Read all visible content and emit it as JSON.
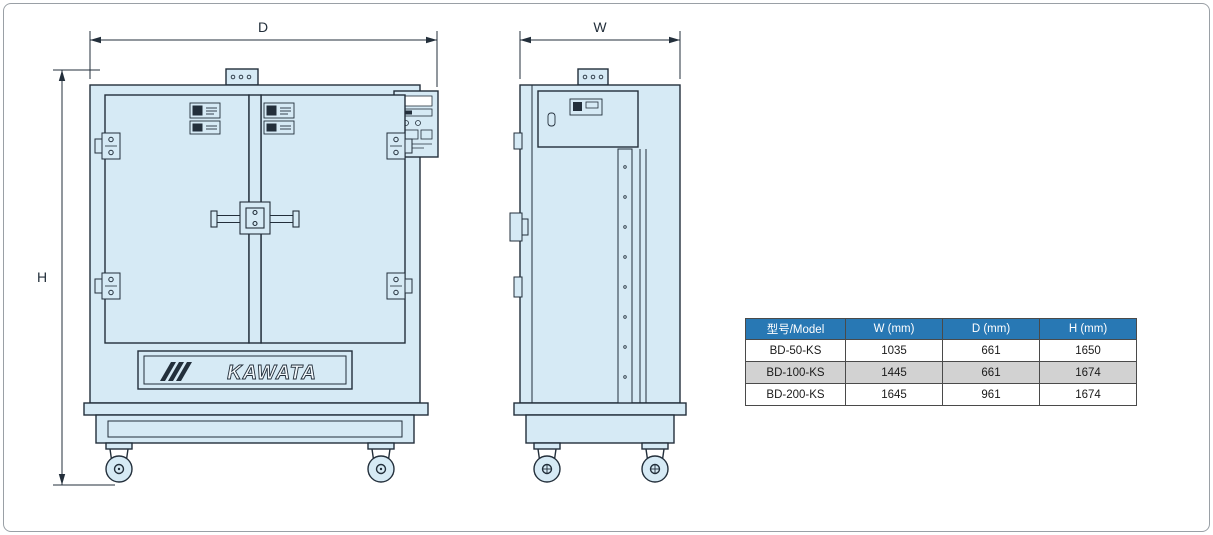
{
  "drawing": {
    "colors": {
      "fill": "#d6eaf5",
      "line": "#232f3b"
    },
    "front_view": {
      "dim_d": "D",
      "dim_h": "H",
      "logo": "KAWATA"
    },
    "side_view": {
      "dim_w": "W"
    }
  },
  "table": {
    "colors": {
      "header_bg": "#2878b4",
      "header_text": "#ffffff",
      "row_alt_bg": "#d2d2d2",
      "row_bg": "#ffffff",
      "border": "#4a4a4a"
    },
    "headers": [
      "型号/Model",
      "W (mm)",
      "D (mm)",
      "H (mm)"
    ],
    "rows": [
      [
        "BD-50-KS",
        "1035",
        "661",
        "1650"
      ],
      [
        "BD-100-KS",
        "1445",
        "661",
        "1674"
      ],
      [
        "BD-200-KS",
        "1645",
        "961",
        "1674"
      ]
    ]
  }
}
